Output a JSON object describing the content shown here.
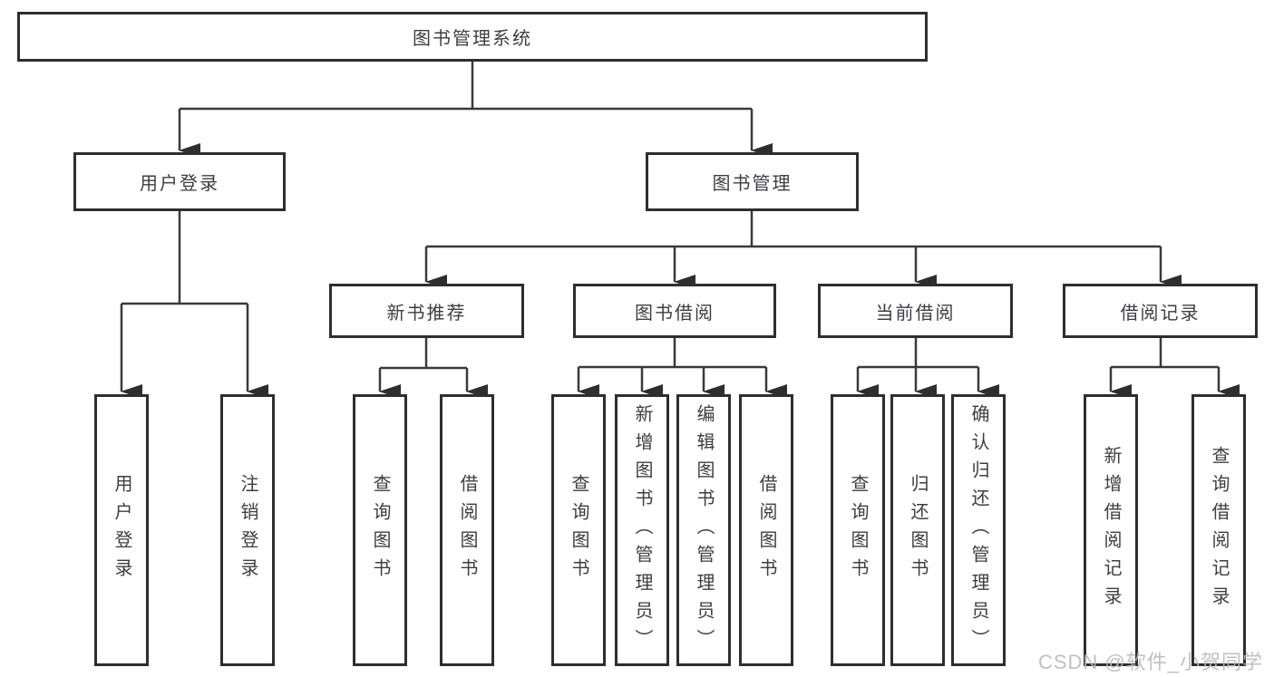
{
  "tree": {
    "root": {
      "label": "图书管理系统"
    },
    "branches": [
      {
        "label": "用户登录",
        "children": [
          {
            "label": "用户登录"
          },
          {
            "label": "注销登录"
          }
        ]
      },
      {
        "label": "图书管理",
        "children": [
          {
            "label": "新书推荐",
            "children": [
              {
                "label": "查询图书"
              },
              {
                "label": "借阅图书"
              }
            ]
          },
          {
            "label": "图书借阅",
            "children": [
              {
                "label": "查询图书"
              },
              {
                "label": "新增图书（管理员）"
              },
              {
                "label": "编辑图书（管理员）"
              },
              {
                "label": "借阅图书"
              }
            ]
          },
          {
            "label": "当前借阅",
            "children": [
              {
                "label": "查询图书"
              },
              {
                "label": "归还图书"
              },
              {
                "label": "确认归还（管理员）"
              }
            ]
          },
          {
            "label": "借阅记录",
            "children": [
              {
                "label": "新增借阅记录"
              },
              {
                "label": "查询借阅记录"
              }
            ]
          }
        ]
      }
    ]
  },
  "watermark": "CSDN @软件_小贺同学",
  "colors": {
    "line": "#3a3a3a",
    "box_border": "#2e2e2e",
    "text": "#3e3e42",
    "watermark": "#b9b9b9",
    "background": "#ffffff"
  }
}
